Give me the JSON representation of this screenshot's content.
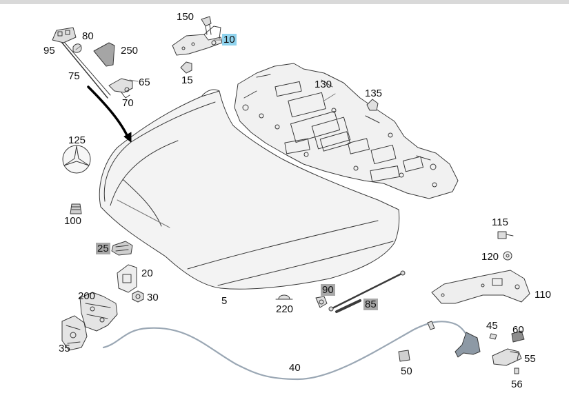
{
  "colors": {
    "stroke": "#3a3a3a",
    "hood_fill": "#f3f3f3",
    "insulation_fill": "#f1f1f1",
    "cable": "#9aa7b4",
    "highlight_gray": "#a8a8a8",
    "highlight_blue": "#8fd3ee"
  },
  "labels": {
    "p5": "5",
    "p10": "10",
    "p15": "15",
    "p20": "20",
    "p25": "25",
    "p30": "30",
    "p35": "35",
    "p40": "40",
    "p45": "45",
    "p50": "50",
    "p55": "55",
    "p56": "56",
    "p60": "60",
    "p65": "65",
    "p70": "70",
    "p75": "75",
    "p80": "80",
    "p85": "85",
    "p90": "90",
    "p95": "95",
    "p100": "100",
    "p110": "110",
    "p115": "115",
    "p120": "120",
    "p125": "125",
    "p130": "130",
    "p135": "135",
    "p150": "150",
    "p200": "200",
    "p220": "220",
    "p250": "250"
  },
  "icons": {
    "logo": "three-pointed-star-emblem-icon"
  }
}
